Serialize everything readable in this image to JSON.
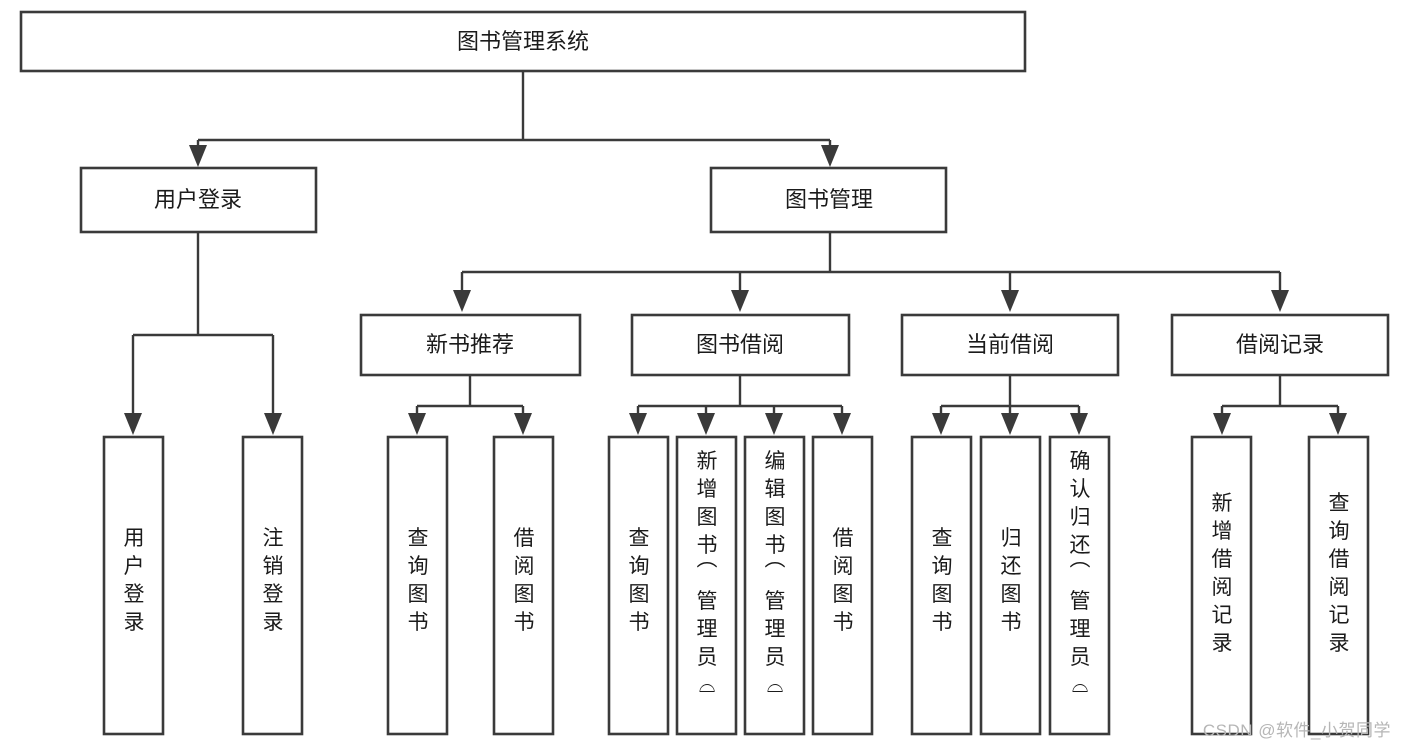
{
  "diagram": {
    "type": "tree-hierarchy",
    "title": "图书管理系统",
    "orientation": "top-down",
    "watermark": "CSDN @软件_小贺同学",
    "colors": {
      "box_stroke": "#3a3a3a",
      "box_fill": "#ffffff",
      "connector": "#3a3a3a",
      "text": "#1b1b1b",
      "background": "#ffffff",
      "watermark": "#b6b6b6"
    },
    "root": {
      "id": "root",
      "label": "图书管理系统"
    },
    "level2": [
      {
        "id": "user-login",
        "label": "用户登录"
      },
      {
        "id": "book-manage",
        "label": "图书管理"
      }
    ],
    "level3": [
      {
        "id": "new-book-recommend",
        "label": "新书推荐",
        "parent": "book-manage"
      },
      {
        "id": "book-borrow",
        "label": "图书借阅",
        "parent": "book-manage"
      },
      {
        "id": "current-borrow",
        "label": "当前借阅",
        "parent": "book-manage"
      },
      {
        "id": "borrow-record",
        "label": "借阅记录",
        "parent": "book-manage"
      }
    ],
    "leaves": {
      "user-login": [
        {
          "id": "leaf-user-login",
          "label": "用户登录"
        },
        {
          "id": "leaf-user-logout",
          "label": "注销登录"
        }
      ],
      "new-book-recommend": [
        {
          "id": "leaf-query-book-1",
          "label": "查询图书"
        },
        {
          "id": "leaf-borrow-book-1",
          "label": "借阅图书"
        }
      ],
      "book-borrow": [
        {
          "id": "leaf-query-book-2",
          "label": "查询图书"
        },
        {
          "id": "leaf-add-book",
          "label": "新增图书（管理员）"
        },
        {
          "id": "leaf-edit-book",
          "label": "编辑图书（管理员）"
        },
        {
          "id": "leaf-borrow-book-2",
          "label": "借阅图书"
        }
      ],
      "current-borrow": [
        {
          "id": "leaf-query-book-3",
          "label": "查询图书"
        },
        {
          "id": "leaf-return-book",
          "label": "归还图书"
        },
        {
          "id": "leaf-confirm-return",
          "label": "确认归还（管理员）"
        }
      ],
      "borrow-record": [
        {
          "id": "leaf-add-record",
          "label": "新增借阅记录"
        },
        {
          "id": "leaf-query-record",
          "label": "查询借阅记录"
        }
      ]
    }
  }
}
